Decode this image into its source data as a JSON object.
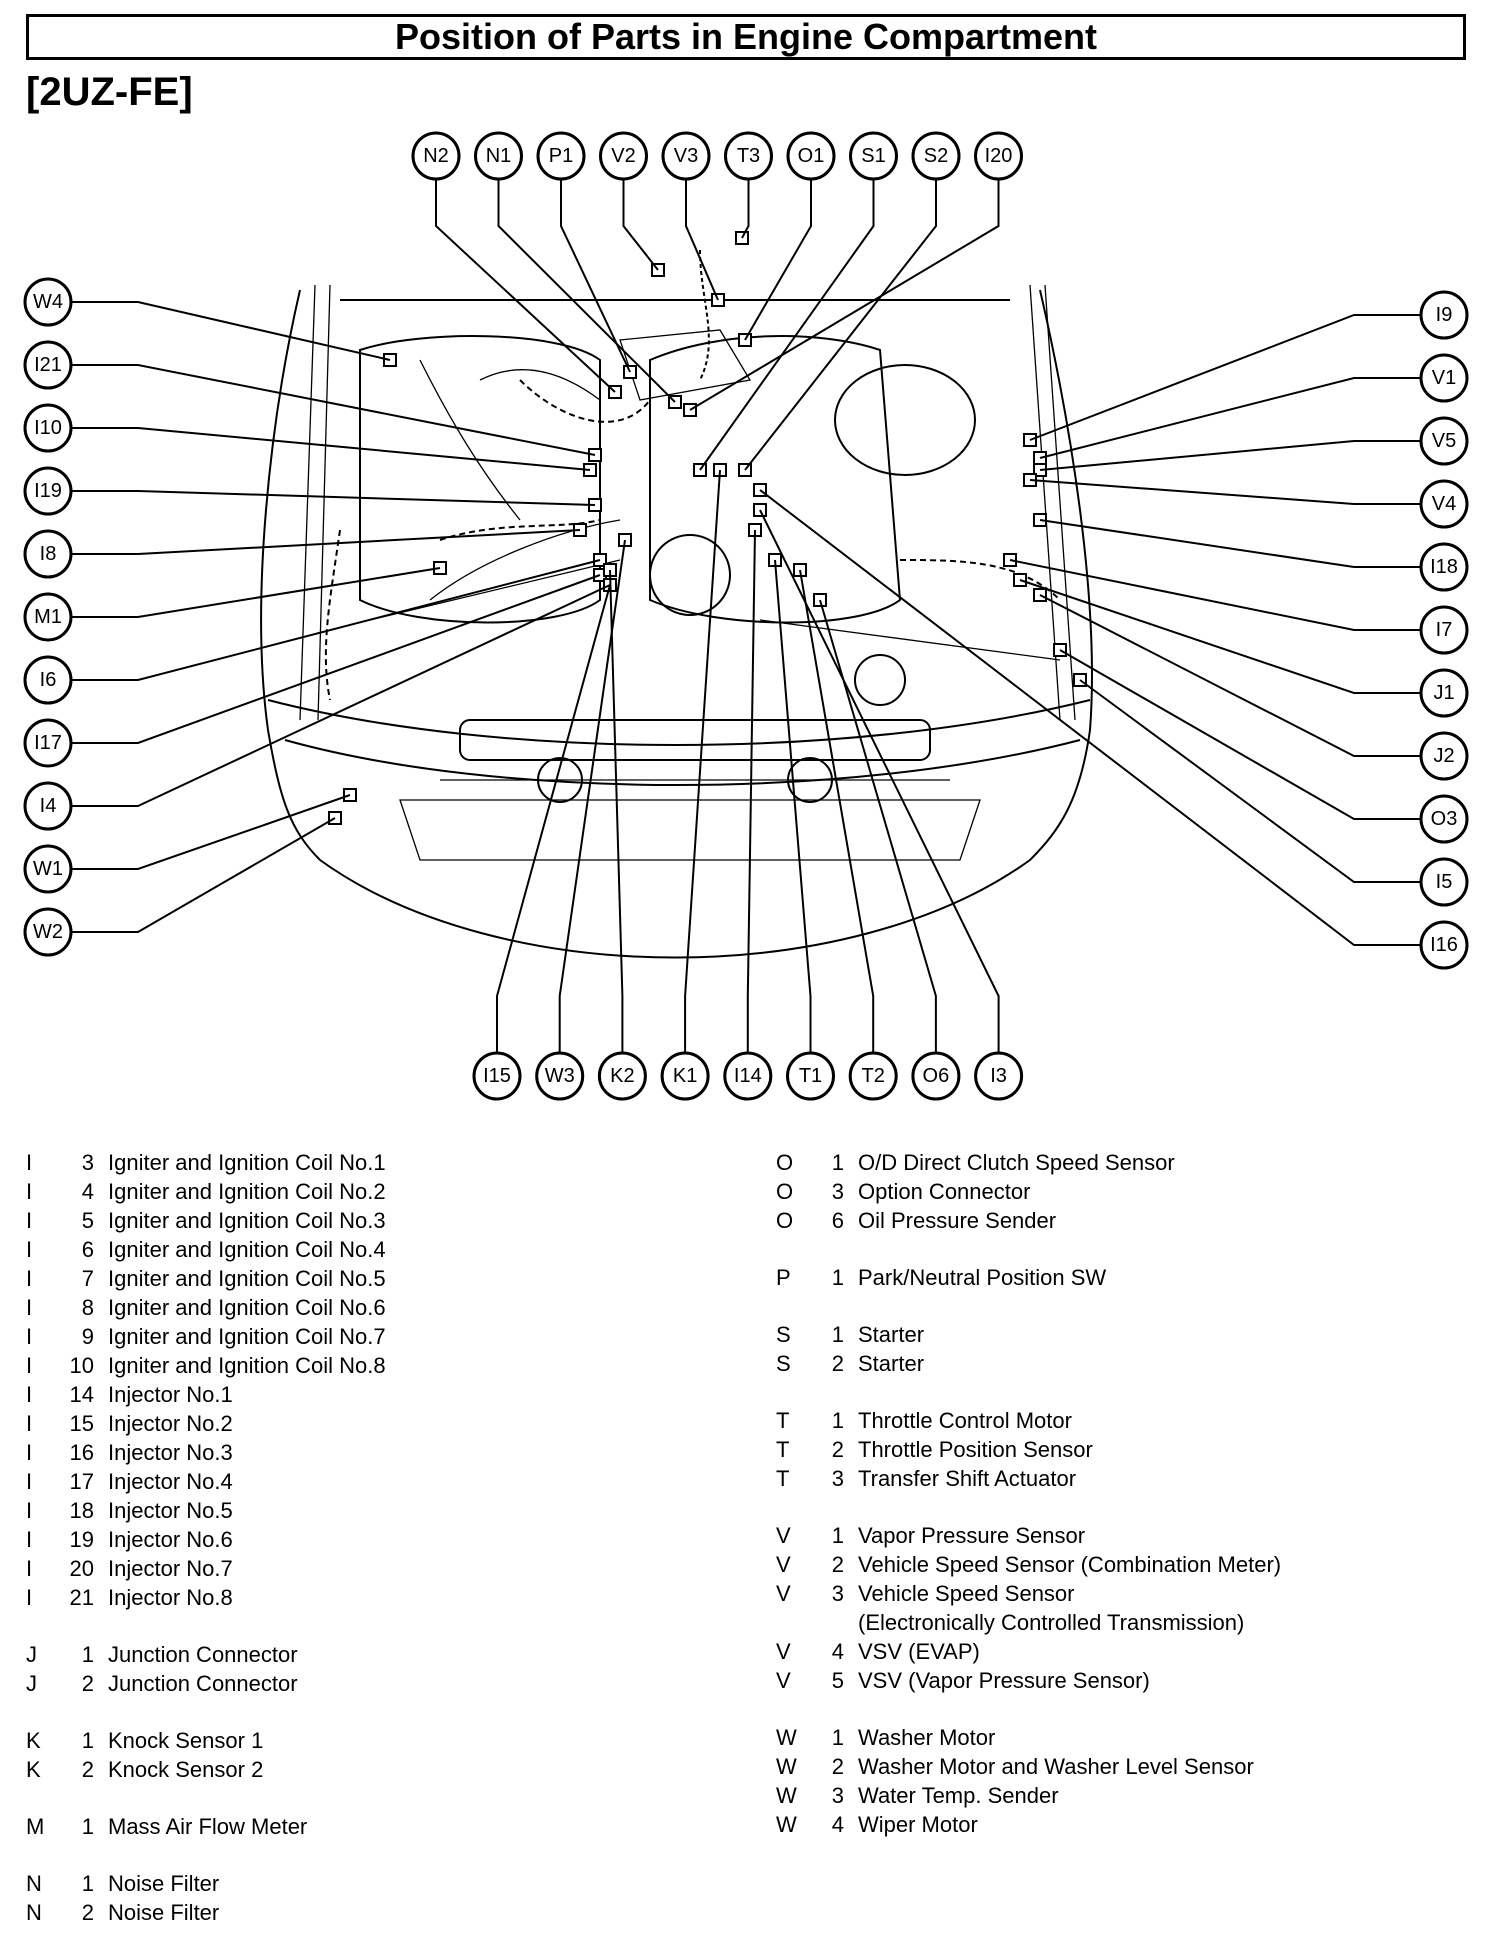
{
  "title": "Position of Parts in Engine Compartment",
  "subtitle": "[2UZ-FE]",
  "callouts": {
    "top": [
      "N2",
      "N1",
      "P1",
      "V2",
      "V3",
      "T3",
      "O1",
      "S1",
      "S2",
      "I20"
    ],
    "left": [
      "W4",
      "I21",
      "I10",
      "I19",
      "I8",
      "M1",
      "I6",
      "I17",
      "I4",
      "W1",
      "W2"
    ],
    "right": [
      "I9",
      "V1",
      "V5",
      "V4",
      "I18",
      "I7",
      "J1",
      "J2",
      "O3",
      "I5",
      "I16"
    ],
    "bottom": [
      "I15",
      "W3",
      "K2",
      "K1",
      "I14",
      "T1",
      "T2",
      "O6",
      "I3"
    ]
  },
  "legend_left": [
    {
      "letter": "I",
      "num": "3",
      "desc": "Igniter and Ignition Coil No.1"
    },
    {
      "letter": "I",
      "num": "4",
      "desc": "Igniter and Ignition Coil No.2"
    },
    {
      "letter": "I",
      "num": "5",
      "desc": "Igniter and Ignition Coil No.3"
    },
    {
      "letter": "I",
      "num": "6",
      "desc": "Igniter and Ignition Coil No.4"
    },
    {
      "letter": "I",
      "num": "7",
      "desc": "Igniter and Ignition Coil No.5"
    },
    {
      "letter": "I",
      "num": "8",
      "desc": "Igniter and Ignition Coil No.6"
    },
    {
      "letter": "I",
      "num": "9",
      "desc": "Igniter and Ignition Coil No.7"
    },
    {
      "letter": "I",
      "num": "10",
      "desc": "Igniter and Ignition Coil No.8"
    },
    {
      "letter": "I",
      "num": "14",
      "desc": "Injector No.1"
    },
    {
      "letter": "I",
      "num": "15",
      "desc": "Injector No.2"
    },
    {
      "letter": "I",
      "num": "16",
      "desc": "Injector No.3"
    },
    {
      "letter": "I",
      "num": "17",
      "desc": "Injector No.4"
    },
    {
      "letter": "I",
      "num": "18",
      "desc": "Injector No.5"
    },
    {
      "letter": "I",
      "num": "19",
      "desc": "Injector No.6"
    },
    {
      "letter": "I",
      "num": "20",
      "desc": "Injector No.7"
    },
    {
      "letter": "I",
      "num": "21",
      "desc": "Injector No.8"
    },
    {
      "gap": true
    },
    {
      "letter": "J",
      "num": "1",
      "desc": "Junction Connector"
    },
    {
      "letter": "J",
      "num": "2",
      "desc": "Junction Connector"
    },
    {
      "gap": true
    },
    {
      "letter": "K",
      "num": "1",
      "desc": "Knock Sensor 1"
    },
    {
      "letter": "K",
      "num": "2",
      "desc": "Knock Sensor 2"
    },
    {
      "gap": true
    },
    {
      "letter": "M",
      "num": "1",
      "desc": "Mass Air Flow Meter"
    },
    {
      "gap": true
    },
    {
      "letter": "N",
      "num": "1",
      "desc": "Noise Filter"
    },
    {
      "letter": "N",
      "num": "2",
      "desc": "Noise Filter"
    }
  ],
  "legend_right": [
    {
      "letter": "O",
      "num": "1",
      "desc": "O/D Direct Clutch Speed Sensor"
    },
    {
      "letter": "O",
      "num": "3",
      "desc": "Option Connector"
    },
    {
      "letter": "O",
      "num": "6",
      "desc": "Oil Pressure Sender"
    },
    {
      "gap": true
    },
    {
      "letter": "P",
      "num": "1",
      "desc": "Park/Neutral Position SW"
    },
    {
      "gap": true
    },
    {
      "letter": "S",
      "num": "1",
      "desc": "Starter"
    },
    {
      "letter": "S",
      "num": "2",
      "desc": "Starter"
    },
    {
      "gap": true
    },
    {
      "letter": "T",
      "num": "1",
      "desc": "Throttle Control Motor"
    },
    {
      "letter": "T",
      "num": "2",
      "desc": "Throttle Position Sensor"
    },
    {
      "letter": "T",
      "num": "3",
      "desc": "Transfer Shift Actuator"
    },
    {
      "gap": true
    },
    {
      "letter": "V",
      "num": "1",
      "desc": "Vapor Pressure Sensor"
    },
    {
      "letter": "V",
      "num": "2",
      "desc": "Vehicle Speed Sensor (Combination Meter)"
    },
    {
      "letter": "V",
      "num": "3",
      "desc": "Vehicle Speed Sensor"
    },
    {
      "cont": "(Electronically Controlled Transmission)"
    },
    {
      "letter": "V",
      "num": "4",
      "desc": "VSV (EVAP)"
    },
    {
      "letter": "V",
      "num": "5",
      "desc": "VSV (Vapor Pressure Sensor)"
    },
    {
      "gap": true
    },
    {
      "letter": "W",
      "num": "1",
      "desc": "Washer Motor"
    },
    {
      "letter": "W",
      "num": "2",
      "desc": "Washer Motor and Washer Level Sensor"
    },
    {
      "letter": "W",
      "num": "3",
      "desc": "Water Temp. Sender"
    },
    {
      "letter": "W",
      "num": "4",
      "desc": "Wiper Motor"
    }
  ]
}
